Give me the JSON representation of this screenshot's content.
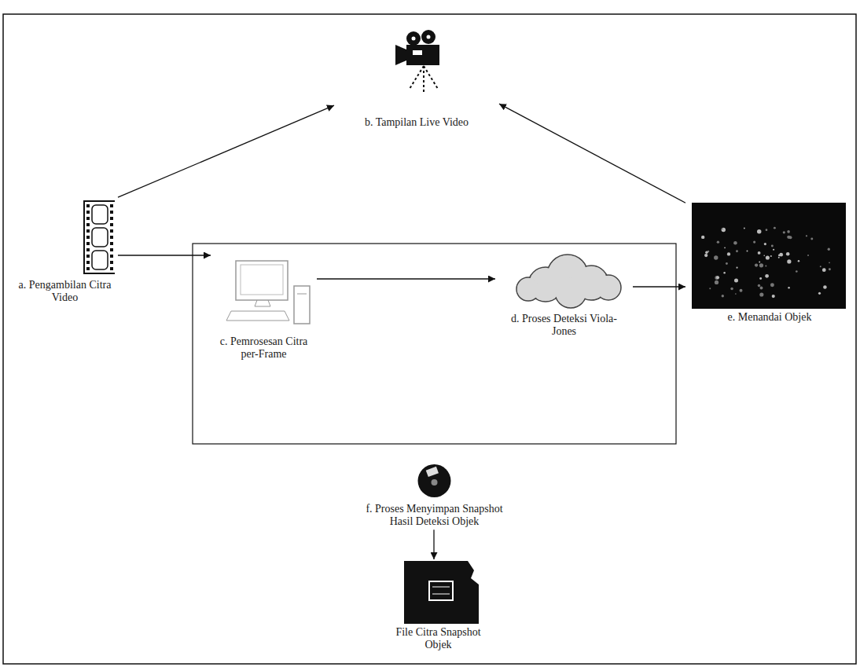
{
  "diagram": {
    "nodes": [
      {
        "text": [
          "b. Tampilan Live Video"
        ]
      },
      {
        "text": [
          "a. Pengambilan Citra Video"
        ]
      },
      {
        "text": [
          "c. Pemrosesan Citra per-Frame"
        ]
      },
      {
        "text": [
          "d. Proses Deteksi Viola-Jones"
        ]
      },
      {
        "text": [
          "e. Menandai Objek"
        ]
      },
      {
        "text": [
          "f. Proses Menyimpan Snapshot Hasil Deteksi Objek"
        ]
      },
      {
        "text": [
          "File Citra Snapshot Objek"
        ]
      }
    ],
    "edges": [
      {
        "from": 1,
        "to": 0,
        "arrow": "to"
      },
      {
        "from": 4,
        "to": 0,
        "arrow": "to"
      },
      {
        "from": 1,
        "to": 2,
        "arrow": "to"
      },
      {
        "from": 2,
        "to": 3,
        "arrow": "to"
      },
      {
        "from": 3,
        "to": 4,
        "arrow": "to"
      },
      {
        "from": 5,
        "to": 6,
        "arrow": "to"
      }
    ]
  }
}
